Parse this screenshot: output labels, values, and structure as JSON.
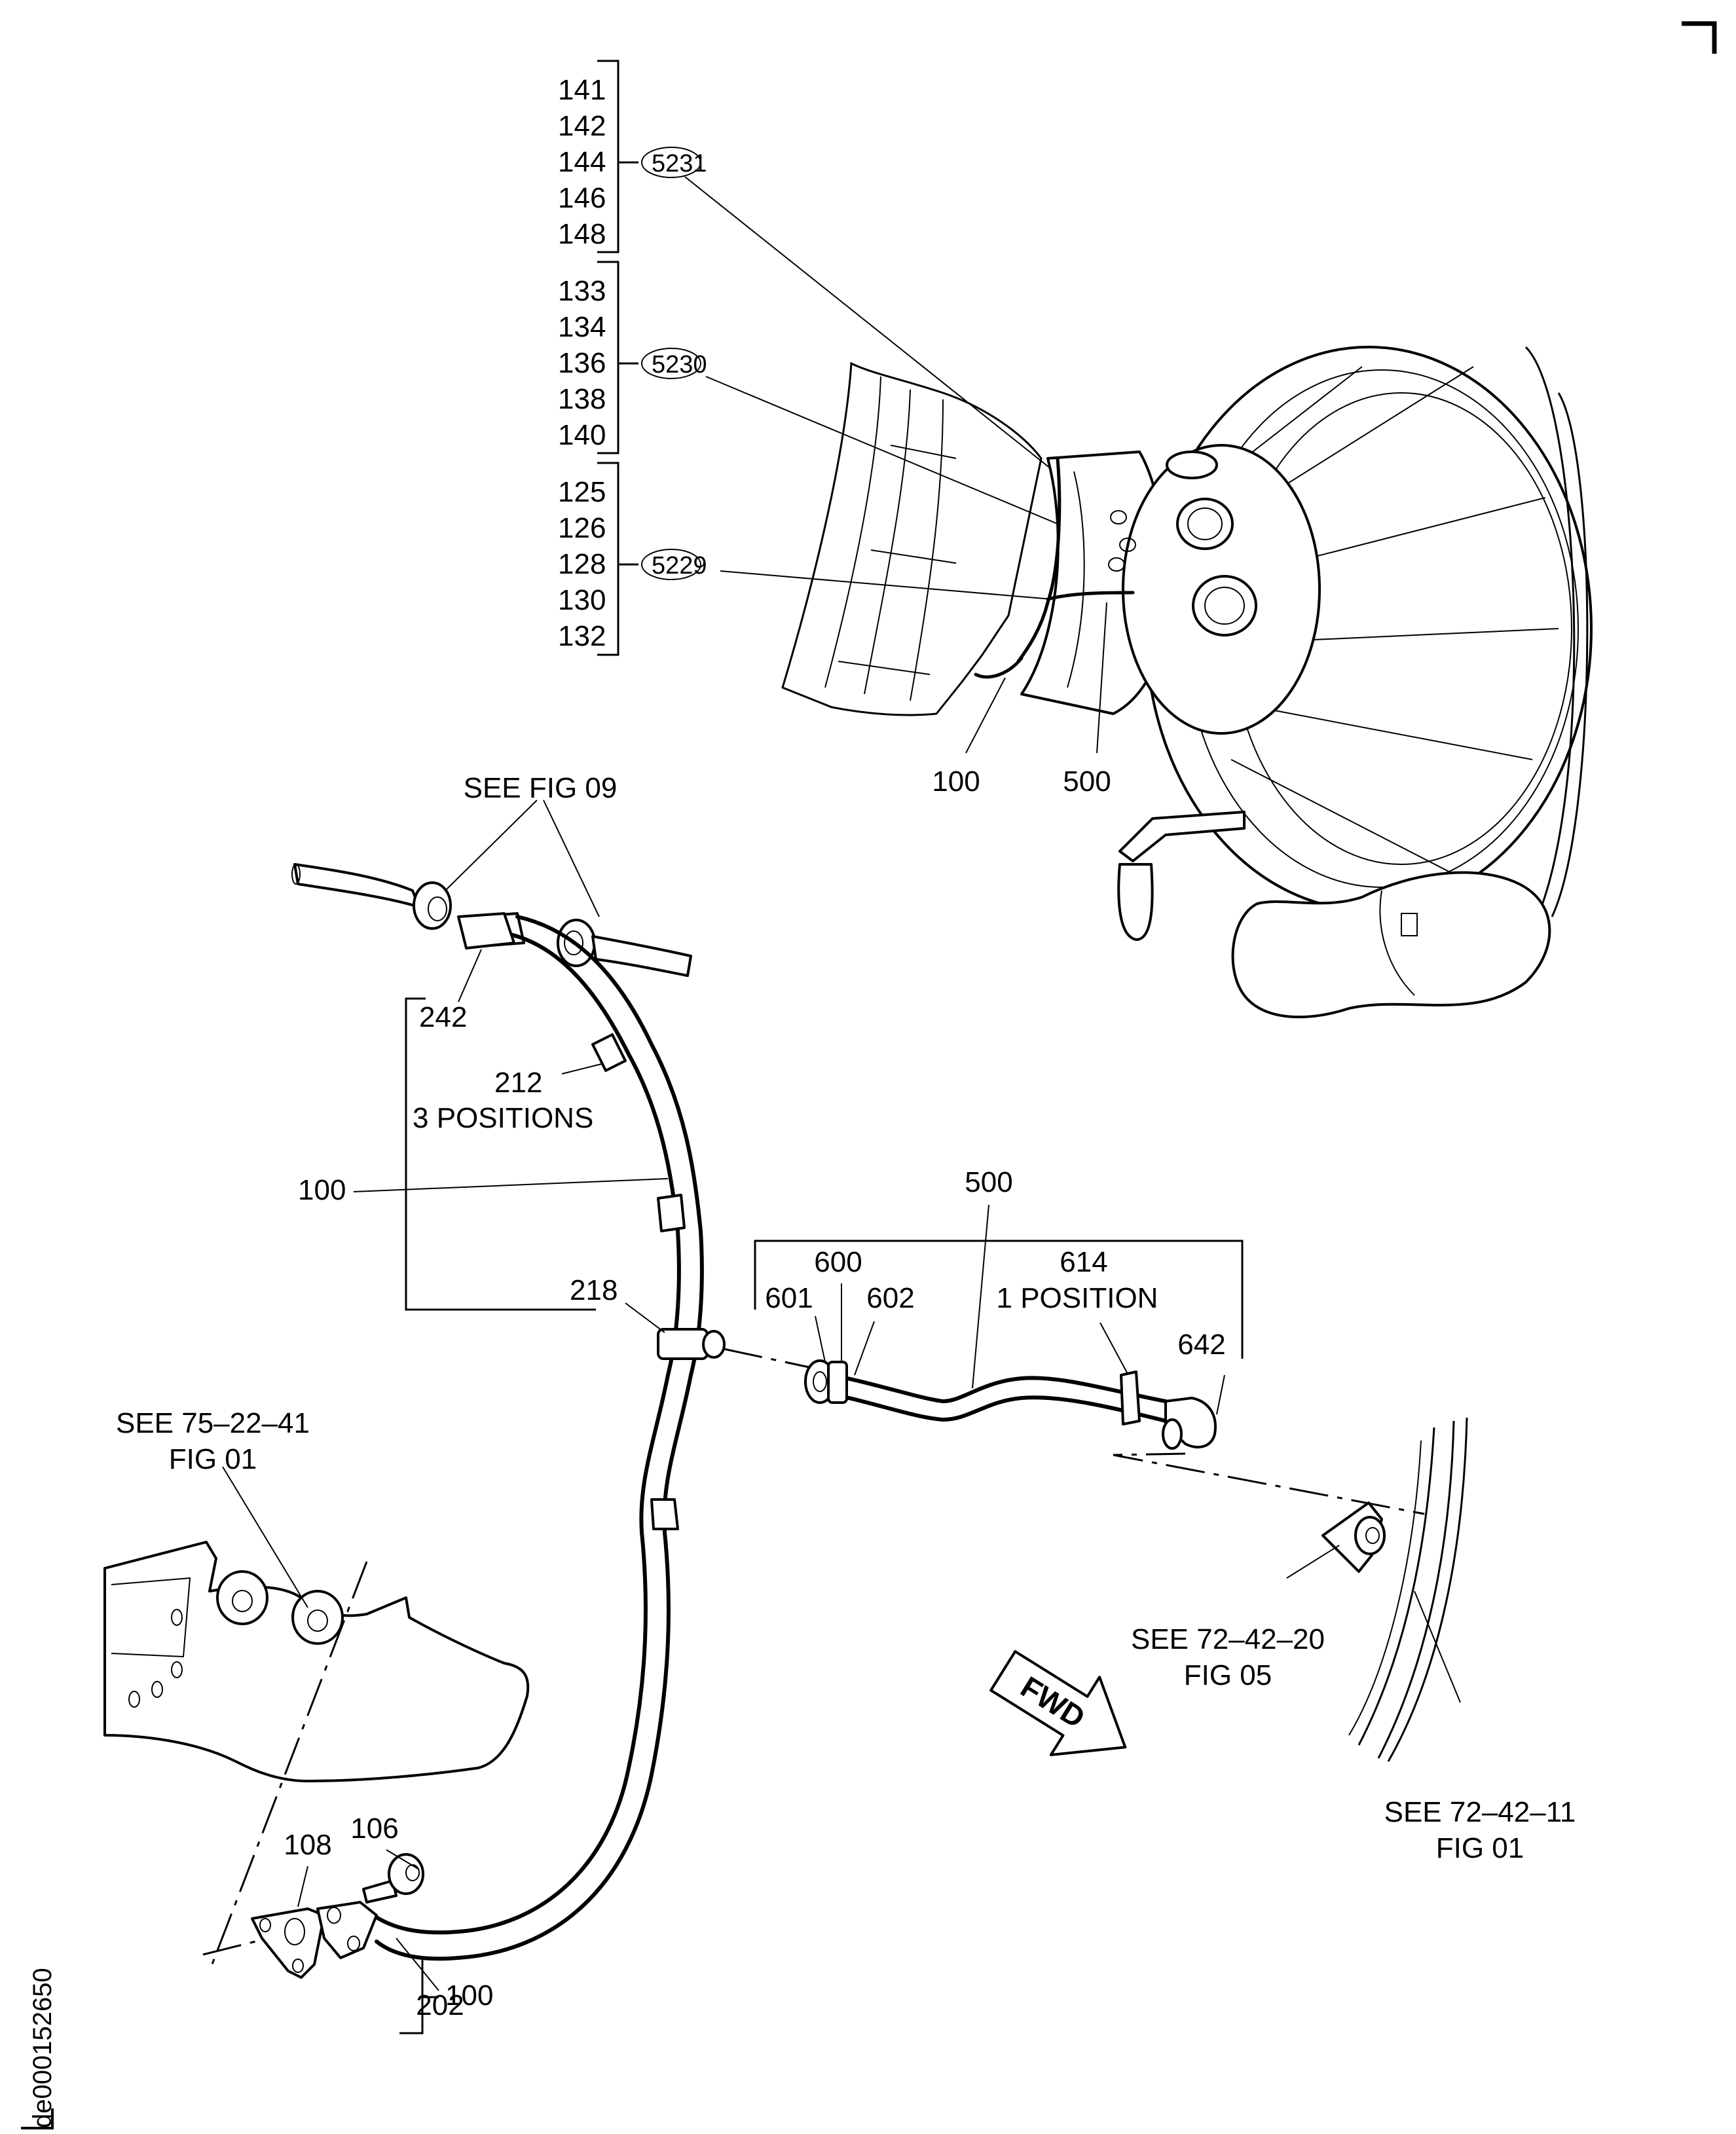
{
  "figure": {
    "drawing_id": "de000152650",
    "callouts": {
      "group_5231": {
        "items": [
          "141",
          "142",
          "144",
          "146",
          "148"
        ],
        "ref": "5231"
      },
      "group_5230": {
        "items": [
          "133",
          "134",
          "136",
          "138",
          "140"
        ],
        "ref": "5230"
      },
      "group_5229": {
        "items": [
          "125",
          "126",
          "128",
          "130",
          "132"
        ],
        "ref": "5229"
      },
      "engine_100": "100",
      "engine_500": "500",
      "see_fig_09": "SEE FIG 09",
      "item_242": "242",
      "item_212": "212",
      "item_212_note": "3 POSITIONS",
      "item_100_mid": "100",
      "item_218": "218",
      "item_500": "500",
      "item_600": "600",
      "item_614": "614",
      "item_601": "601",
      "item_602": "602",
      "item_614_note": "1 POSITION",
      "item_642": "642",
      "see_75_22_41": "SEE 75–22–41",
      "see_75_22_41_fig": "FIG 01",
      "see_72_42_20": "SEE 72–42–20",
      "see_72_42_20_fig": "FIG 05",
      "see_72_42_11": "SEE 72–42–11",
      "see_72_42_11_fig": "FIG 01",
      "item_108": "108",
      "item_106": "106",
      "item_202": "202",
      "item_100_bottom": "100",
      "fwd_arrow": "FWD"
    }
  }
}
